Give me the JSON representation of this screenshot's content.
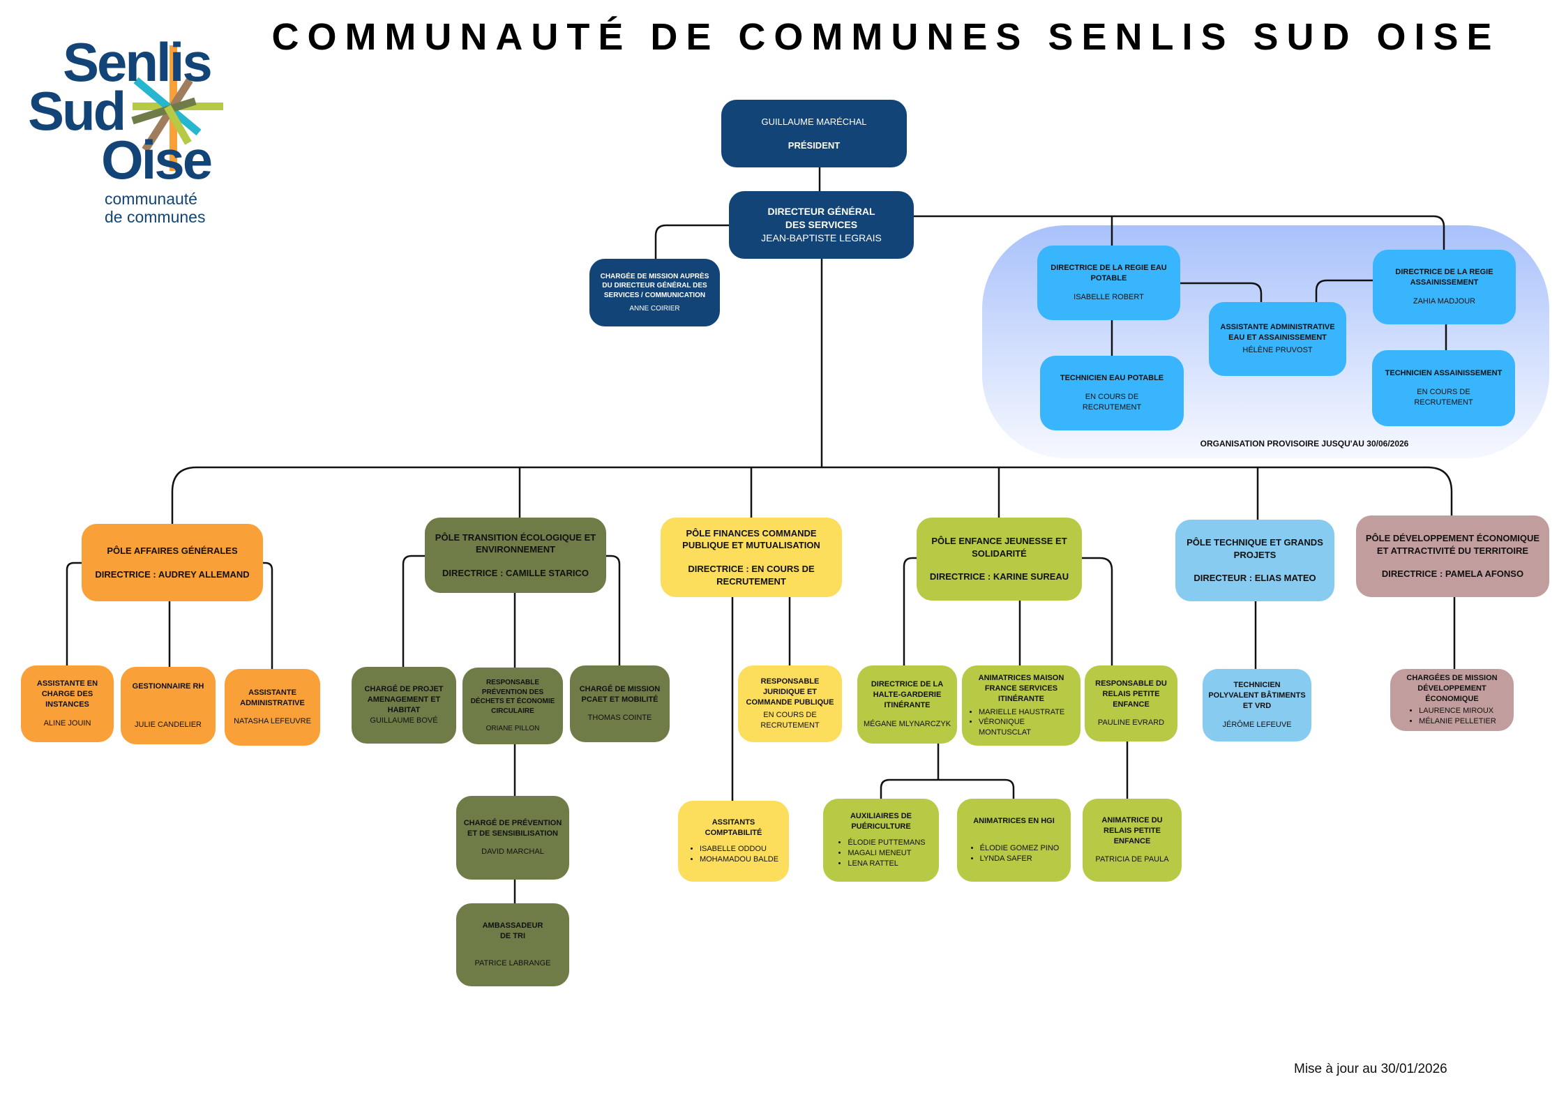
{
  "header": {
    "title": "COMMUNAUTÉ DE COMMUNES SENLIS SUD OISE",
    "logo": {
      "line1": "Senlis",
      "line2": "Sud",
      "line3": "Oise",
      "sub1": "communauté",
      "sub2": "de communes"
    }
  },
  "top": {
    "president": {
      "name": "GUILLAUME MARÉCHAL",
      "title": "PRÉSIDENT"
    },
    "dgs": {
      "title": "DIRECTEUR GÉNÉRAL DES SERVICES",
      "name": "JEAN-BAPTISTE LEGRAIS"
    },
    "mission": {
      "title": "CHARGÉE DE MISSION AUPRÈS DU DIRECTEUR GÉNÉRAL DES SERVICES / COMMUNICATION",
      "name": "ANNE COIRIER"
    }
  },
  "regies": {
    "note": "ORGANISATION PROVISOIRE JUSQU'AU 30/06/2026",
    "eau": {
      "title": "DIRECTRICE DE LA REGIE EAU POTABLE",
      "name": "ISABELLE ROBERT"
    },
    "assain": {
      "title": "DIRECTRICE DE LA REGIE ASSAINISSEMENT",
      "name": "ZAHIA MADJOUR"
    },
    "assistante": {
      "title": "ASSISTANTE ADMINISTRATIVE EAU ET ASSAINISSEMENT",
      "name": "HÉLÈNE PRUVOST"
    },
    "tech_eau": {
      "title": "TECHNICIEN EAU POTABLE",
      "name": "EN COURS DE RECRUTEMENT"
    },
    "tech_assain": {
      "title": "TECHNICIEN ASSAINISSEMENT",
      "name": "EN COURS DE RECRUTEMENT"
    }
  },
  "poles": {
    "ag": {
      "title": "PÔLE AFFAIRES GÉNÉRALES",
      "dir": "DIRECTRICE : AUDREY ALLEMAND",
      "c1": {
        "title": "ASSISTANTE EN CHARGE DES INSTANCES",
        "name": "ALINE JOUIN"
      },
      "c2": {
        "title": "GESTIONNAIRE RH",
        "name": "JULIE CANDELIER"
      },
      "c3": {
        "title": "ASSISTANTE ADMINISTRATIVE",
        "name": "NATASHA LEFEUVRE"
      }
    },
    "te": {
      "title": "PÔLE TRANSITION ÉCOLOGIQUE ET ENVIRONNEMENT",
      "dir": "DIRECTRICE : CAMILLE STARICO",
      "c1": {
        "title": "CHARGÉ DE PROJET AMENAGEMENT ET HABITAT",
        "name": "GUILLAUME BOVÉ"
      },
      "c2": {
        "title": "RESPONSABLE PRÉVENTION DES DÉCHETS ET ÉCONOMIE CIRCULAIRE",
        "name": "ORIANE PILLON"
      },
      "c3": {
        "title": "CHARGÉ DE MISSION PCAET ET MOBILITÉ",
        "name": "THOMAS COINTE"
      },
      "c4": {
        "title": "CHARGÉ DE PRÉVENTION ET DE SENSIBILISATION",
        "name": "DAVID MARCHAL"
      },
      "c5": {
        "title": "AMBASSADEUR DE TRI",
        "name": "PATRICE LABRANGE"
      }
    },
    "fin": {
      "title": "PÔLE FINANCES COMMANDE PUBLIQUE ET MUTUALISATION",
      "dir": "DIRECTRICE : EN COURS DE RECRUTEMENT",
      "c1": {
        "title": "RESPONSABLE JURIDIQUE ET COMMANDE PUBLIQUE",
        "name": "EN COURS DE RECRUTEMENT"
      },
      "c2": {
        "title": "ASSITANTS COMPTABILITÉ",
        "names": [
          "ISABELLE ODDOU",
          "MOHAMADOU BALDE"
        ]
      }
    },
    "ejs": {
      "title": "PÔLE ENFANCE JEUNESSE ET SOLIDARITÉ",
      "dir": "DIRECTRICE : KARINE SUREAU",
      "c1": {
        "title": "DIRECTRICE DE LA HALTE-GARDERIE ITINÉRANTE",
        "name": "MÉGANE MLYNARCZYK"
      },
      "c2": {
        "title": "ANIMATRICES MAISON FRANCE SERVICES ITINÉRANTE",
        "names": [
          "MARIELLE HAUSTRATE",
          "VÉRONIQUE MONTUSCLAT"
        ]
      },
      "c3": {
        "title": "RESPONSABLE DU RELAIS PETITE ENFANCE",
        "name": "PAULINE EVRARD"
      },
      "c4": {
        "title": "AUXILIAIRES DE PUÉRICULTURE",
        "names": [
          "ÉLODIE PUTTEMANS",
          "MAGALI MENEUT",
          "LENA RATTEL"
        ]
      },
      "c5": {
        "title": "ANIMATRICES EN HGI",
        "names": [
          "ÉLODIE GOMEZ PINO",
          "LYNDA SAFER"
        ]
      },
      "c6": {
        "title": "ANIMATRICE DU RELAIS PETITE ENFANCE",
        "name": "PATRICIA DE PAULA"
      }
    },
    "tech": {
      "title": "PÔLE TECHNIQUE ET GRANDS PROJETS",
      "dir": "DIRECTEUR : ELIAS MATEO",
      "c1": {
        "title": "TECHNICIEN POLYVALENT BÂTIMENTS ET VRD",
        "name": "JÉRÔME LEFEUVE"
      }
    },
    "dev": {
      "title": "PÔLE DÉVELOPPEMENT ÉCONOMIQUE ET ATTRACTIVITÉ DU TERRITOIRE",
      "dir": "DIRECTRICE : PAMELA AFONSO",
      "c1": {
        "title": "CHARGÉES DE MISSION DÉVELOPPEMENT ÉCONOMIQUE",
        "names": [
          "LAURENCE MIROUX",
          "MÉLANIE PELLETIER"
        ]
      }
    }
  },
  "footer": {
    "updated": "Mise à jour au 30/01/2026"
  },
  "colors": {
    "navy": "#124477",
    "orange": "#f9a038",
    "olive": "#6f7c48",
    "yellow": "#fddd5c",
    "lime": "#b8c945",
    "light_blue": "#87cbf1",
    "rose": "#c19e9d",
    "bright_blue": "#39b5fd"
  }
}
